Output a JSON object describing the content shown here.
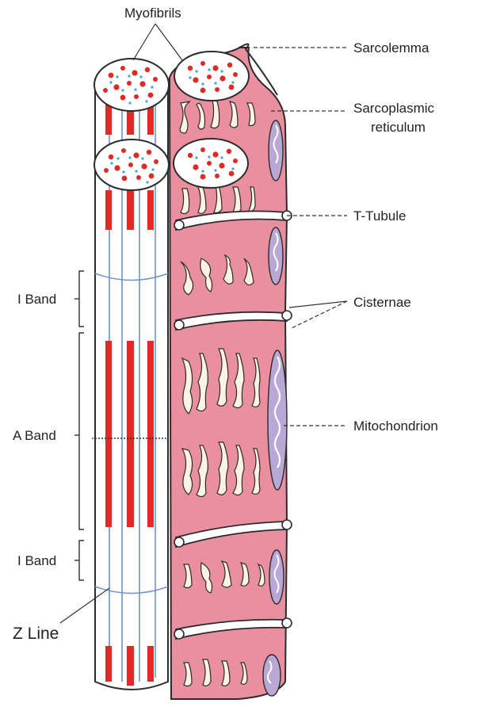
{
  "labels": {
    "myofibrils": "Myofibrils",
    "sarcolemma": "Sarcolemma",
    "sarcoplasmic_line1": "Sarcoplasmic",
    "sarcoplasmic_line2": "reticulum",
    "t_tubule": "T-Tubule",
    "cisternae": "Cisternae",
    "mitochondrion": "Mitochondrion",
    "i_band_top": "I Band",
    "a_band": "A Band",
    "i_band_bottom": "I Band",
    "z_line": "Z Line"
  },
  "colors": {
    "myofibril_red": "#e02a26",
    "thin_filament_blue": "#6f93d1",
    "dot_blue": "#3ba7d9",
    "cytoplasm_pink": "#e98f9f",
    "cytoplasm_pink_dark": "#d96b80",
    "reticulum_fill": "#fdf3e4",
    "mito_outer": "#b9a8d6",
    "mito_inner": "#ffffff",
    "outline": "#2b2b2b"
  }
}
